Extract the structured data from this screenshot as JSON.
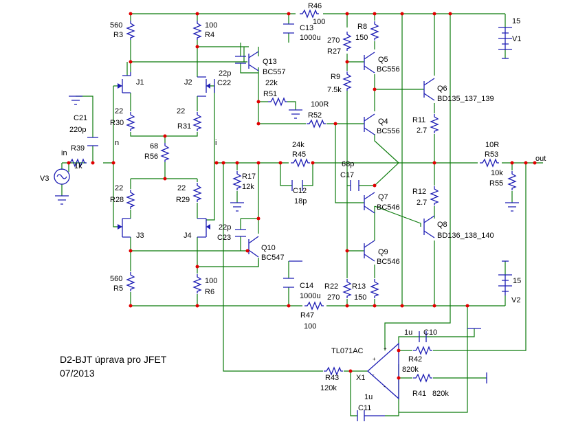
{
  "notes": {
    "title": "D2-BJT úprava pro JFET",
    "date": "07/2013"
  },
  "colors": {
    "wire": "#0a7a0a",
    "component": "#1c1cb4",
    "node": "#e00000",
    "text": "#000000"
  },
  "labels": {
    "R46_name": "R46",
    "R46_value": "100",
    "R3_value": "560",
    "R3_name": "R3",
    "R4_value": "100",
    "R4_name": "R4",
    "C13_name": "C13",
    "C13_value": "1000u",
    "R27_value": "270",
    "R27_name": "R27",
    "R8_name": "R8",
    "R8_value": "150",
    "V1_value": "15",
    "V1_name": "V1",
    "Q13_name": "Q13",
    "Q13_part": "BC557",
    "Q5_name": "Q5",
    "Q5_part": "BC556",
    "J1_name": "J1",
    "J2_name": "J2",
    "C22_value": "22p",
    "C22_name": "C22",
    "R51_value": "22k",
    "R51_name": "R51",
    "R9_name": "R9",
    "R9_value": "7.5k",
    "Q6_name": "Q6",
    "Q6_part": "BD135_137_139",
    "R30_value": "22",
    "R30_name": "R30",
    "R31_value": "22",
    "R31_name": "R31",
    "R52_value": "100R",
    "R52_name": "R52",
    "Q4_name": "Q4",
    "Q4_part": "BC556",
    "R11_name": "R11",
    "R11_value": "2.7",
    "C21_name": "C21",
    "C21_value": "220p",
    "node_n": "n",
    "node_i": "i",
    "node_in": "in",
    "node_out": "out",
    "R39_name": "R39",
    "R39_value": "1k",
    "V3_name": "V3",
    "R56_value": "68",
    "R56_name": "R56",
    "R45_value": "24k",
    "R45_name": "R45",
    "C17_value": "68p",
    "C17_name": "C17",
    "R53_value": "10R",
    "R53_name": "R53",
    "R55_value": "10k",
    "R55_name": "R55",
    "R17_name": "R17",
    "R17_value": "12k",
    "C12_name": "C12",
    "C12_value": "18p",
    "R28_value": "22",
    "R28_name": "R28",
    "R29_value": "22",
    "R29_name": "R29",
    "Q7_name": "Q7",
    "Q7_part": "BC546",
    "R12_name": "R12",
    "R12_value": "2.7",
    "J3_name": "J3",
    "J4_name": "J4",
    "C23_value": "22p",
    "C23_name": "C23",
    "Q10_name": "Q10",
    "Q10_part": "BC547",
    "Q8_name": "Q8",
    "Q8_part": "BD136_138_140",
    "Q9_name": "Q9",
    "Q9_part": "BC546",
    "R5_value": "560",
    "R5_name": "R5",
    "R6_value": "100",
    "R6_name": "R6",
    "C14_name": "C14",
    "C14_value": "1000u",
    "R22_name": "R22",
    "R22_value": "270",
    "R13_name": "R13",
    "R13_value": "150",
    "V2_value": "15",
    "V2_name": "V2",
    "R47_name": "R47",
    "R47_value": "100",
    "C10_value": "1u",
    "C10_name": "C10",
    "X1_part": "TL071AC",
    "X1_name": "X1",
    "R42_name": "R42",
    "R42_value": "820k",
    "R43_name": "R43",
    "R43_value": "120k",
    "R41_name": "R41",
    "R41_value": "820k",
    "C11_value": "1u",
    "C11_name": "C11"
  }
}
